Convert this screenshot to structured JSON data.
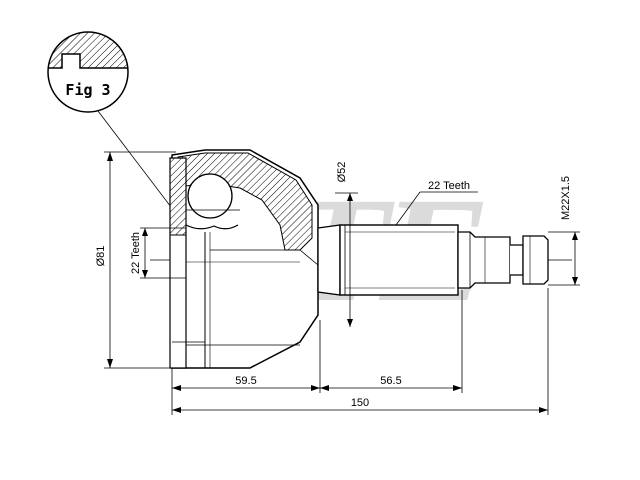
{
  "watermark": "BTE",
  "figure_label": "Fig 3",
  "dimensions": {
    "outer_diameter": "Ø81",
    "stub_diameter": "Ø52",
    "inner_spline": "22 Teeth",
    "outer_spline": "22 Teeth",
    "thread": "M22X1.5",
    "bell_length": "59.5",
    "shaft_length": "56.5",
    "overall_length": "150"
  }
}
